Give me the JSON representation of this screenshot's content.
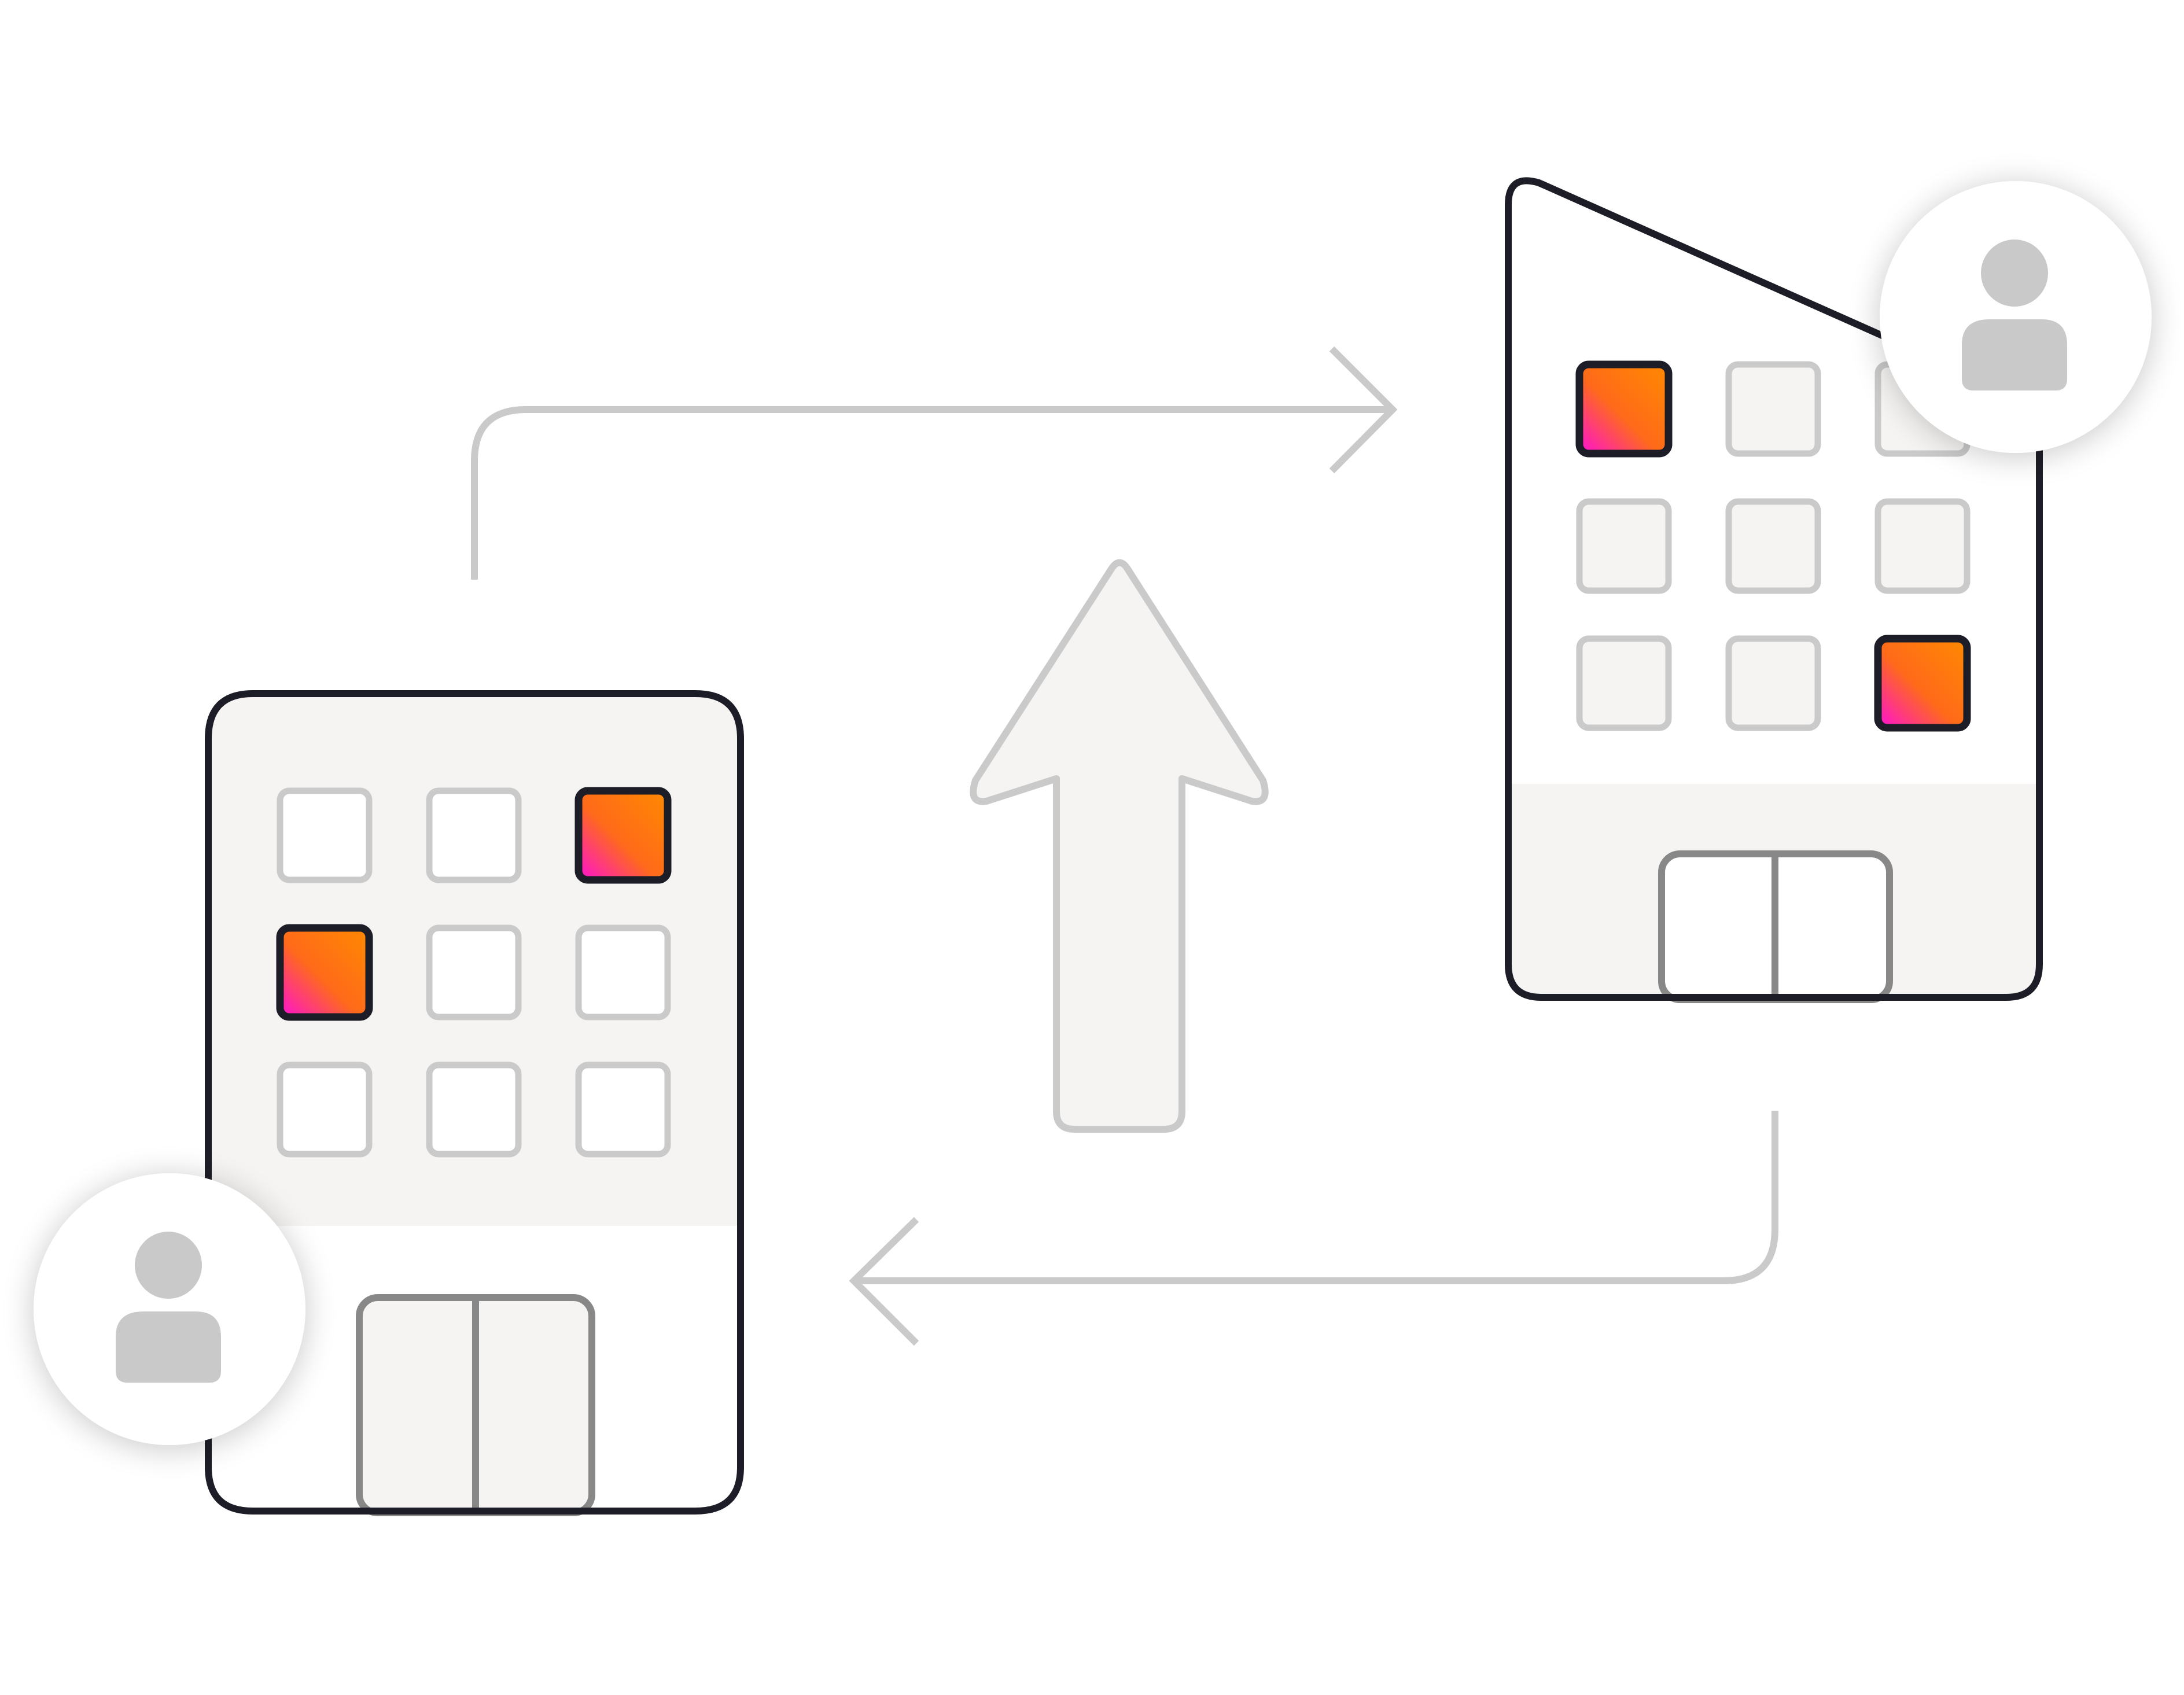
{
  "colors": {
    "background": "#ffffff",
    "outline_dark": "#1c1d26",
    "outline_light": "#cacaca",
    "door_stroke": "#888888",
    "fill_light": "#f5f4f2",
    "avatar_fill": "#c9c9c9",
    "highlight_gradient": [
      "#ff10d6",
      "#ff6a1a",
      "#ff8a00"
    ]
  },
  "icons": {
    "avatar_left": "user-icon",
    "avatar_right": "user-icon",
    "center_arrow": "arrow-up-icon",
    "flow_top": "arrow-right-icon",
    "flow_bottom": "arrow-left-icon"
  },
  "buildings": {
    "left": {
      "windows_highlighted": [
        [
          0,
          2
        ],
        [
          1,
          0
        ]
      ]
    },
    "right": {
      "windows_highlighted": [
        [
          0,
          0
        ],
        [
          2,
          2
        ]
      ]
    }
  }
}
